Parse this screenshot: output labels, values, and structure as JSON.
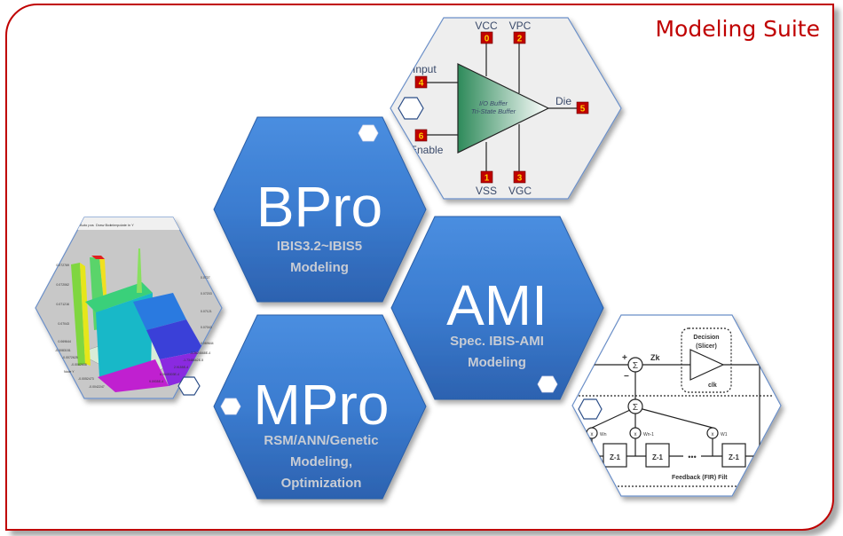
{
  "header": {
    "title": "Modeling Suite"
  },
  "colors": {
    "frame": "#c00000",
    "hex_blue": "#3d7fd2",
    "pin_red": "#c00000",
    "pin_text": "#ffd000"
  },
  "products": [
    {
      "name": "BPro",
      "subtitle_lines": [
        "IBIS3.2~IBIS5",
        "Modeling"
      ]
    },
    {
      "name": "AMI",
      "subtitle_lines": [
        "Spec. IBIS-AMI",
        "Modeling"
      ]
    },
    {
      "name": "MPro",
      "subtitle_lines": [
        "RSM/ANN/Genetic",
        "Modeling,",
        "Optimization"
      ]
    }
  ],
  "buffer_diagram": {
    "title_lines": [
      "I/O Buffer",
      "Tri-State Buffer"
    ],
    "pins": [
      {
        "label": "VCC",
        "num": "0"
      },
      {
        "label": "VPC",
        "num": "2"
      },
      {
        "label": "Input",
        "num": "4"
      },
      {
        "label": "Die",
        "num": "5"
      },
      {
        "label": "Enable",
        "num": "6"
      },
      {
        "label": "VSS",
        "num": "1"
      },
      {
        "label": "VGC",
        "num": "3"
      }
    ]
  },
  "dfe_diagram": {
    "decision_lines": [
      "Decision",
      "(Slicer)"
    ],
    "zk": "Zk",
    "clk": "clk",
    "sum": "Σ",
    "plus": "+",
    "minus": "−",
    "mult": "x",
    "weights": [
      "Wn",
      "Wn-1",
      "W1"
    ],
    "delay": "Z-1",
    "ellipsis": "•••",
    "footer": "Feedback (FIR) Filt"
  },
  "surface_plot": {
    "toolbar": [
      "Auto pos",
      "Draw Box",
      "Interpolate in Y"
    ],
    "left_axis_ticks": [
      "0.072769",
      "0.072062",
      "0.071216",
      "0.07043",
      "0.069644"
    ],
    "right_axis_ticks": [
      "0.0727",
      "0.07203",
      "0.07121",
      "0.07043",
      "0.069644"
    ],
    "x_axis_ticks": [
      "-0.0083151",
      "-0.0072625",
      "-0.0062608",
      "-0.0052473",
      "-0.0042247"
    ],
    "y_axis_ticks": [
      "-3.2624668E-4",
      "-1.7348662E-5",
      "2.9155E-4",
      "6.0045303E-4",
      "9.0935E-4"
    ],
    "axis_label": "Node Y"
  }
}
